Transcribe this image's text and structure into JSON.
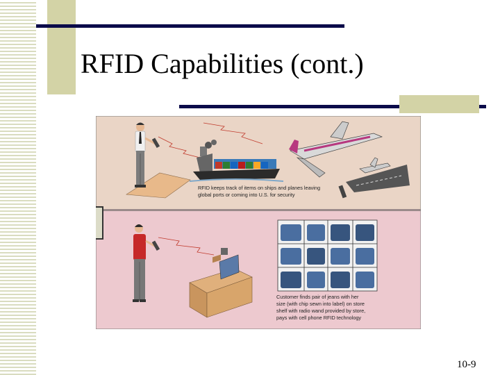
{
  "slide": {
    "title": "RFID Capabilities (cont.)",
    "page_number": "10-9"
  },
  "figure": {
    "top_caption_line1": "RFID keeps track of items on ships and planes leaving",
    "top_caption_line2": "global ports or coming into U.S. for security",
    "bottom_caption_line1": "Customer finds pair of jeans with her",
    "bottom_caption_line2": "size (with chip sewn into label) on store",
    "bottom_caption_line3": "shelf with radio wand provided by store,",
    "bottom_caption_line4": "pays with cell phone RFID technology"
  },
  "colors": {
    "navy": "#0b0b4a",
    "olive": "#d3d3a6",
    "top_panel": "#ead5c6",
    "bottom_panel": "#edc9cf"
  }
}
